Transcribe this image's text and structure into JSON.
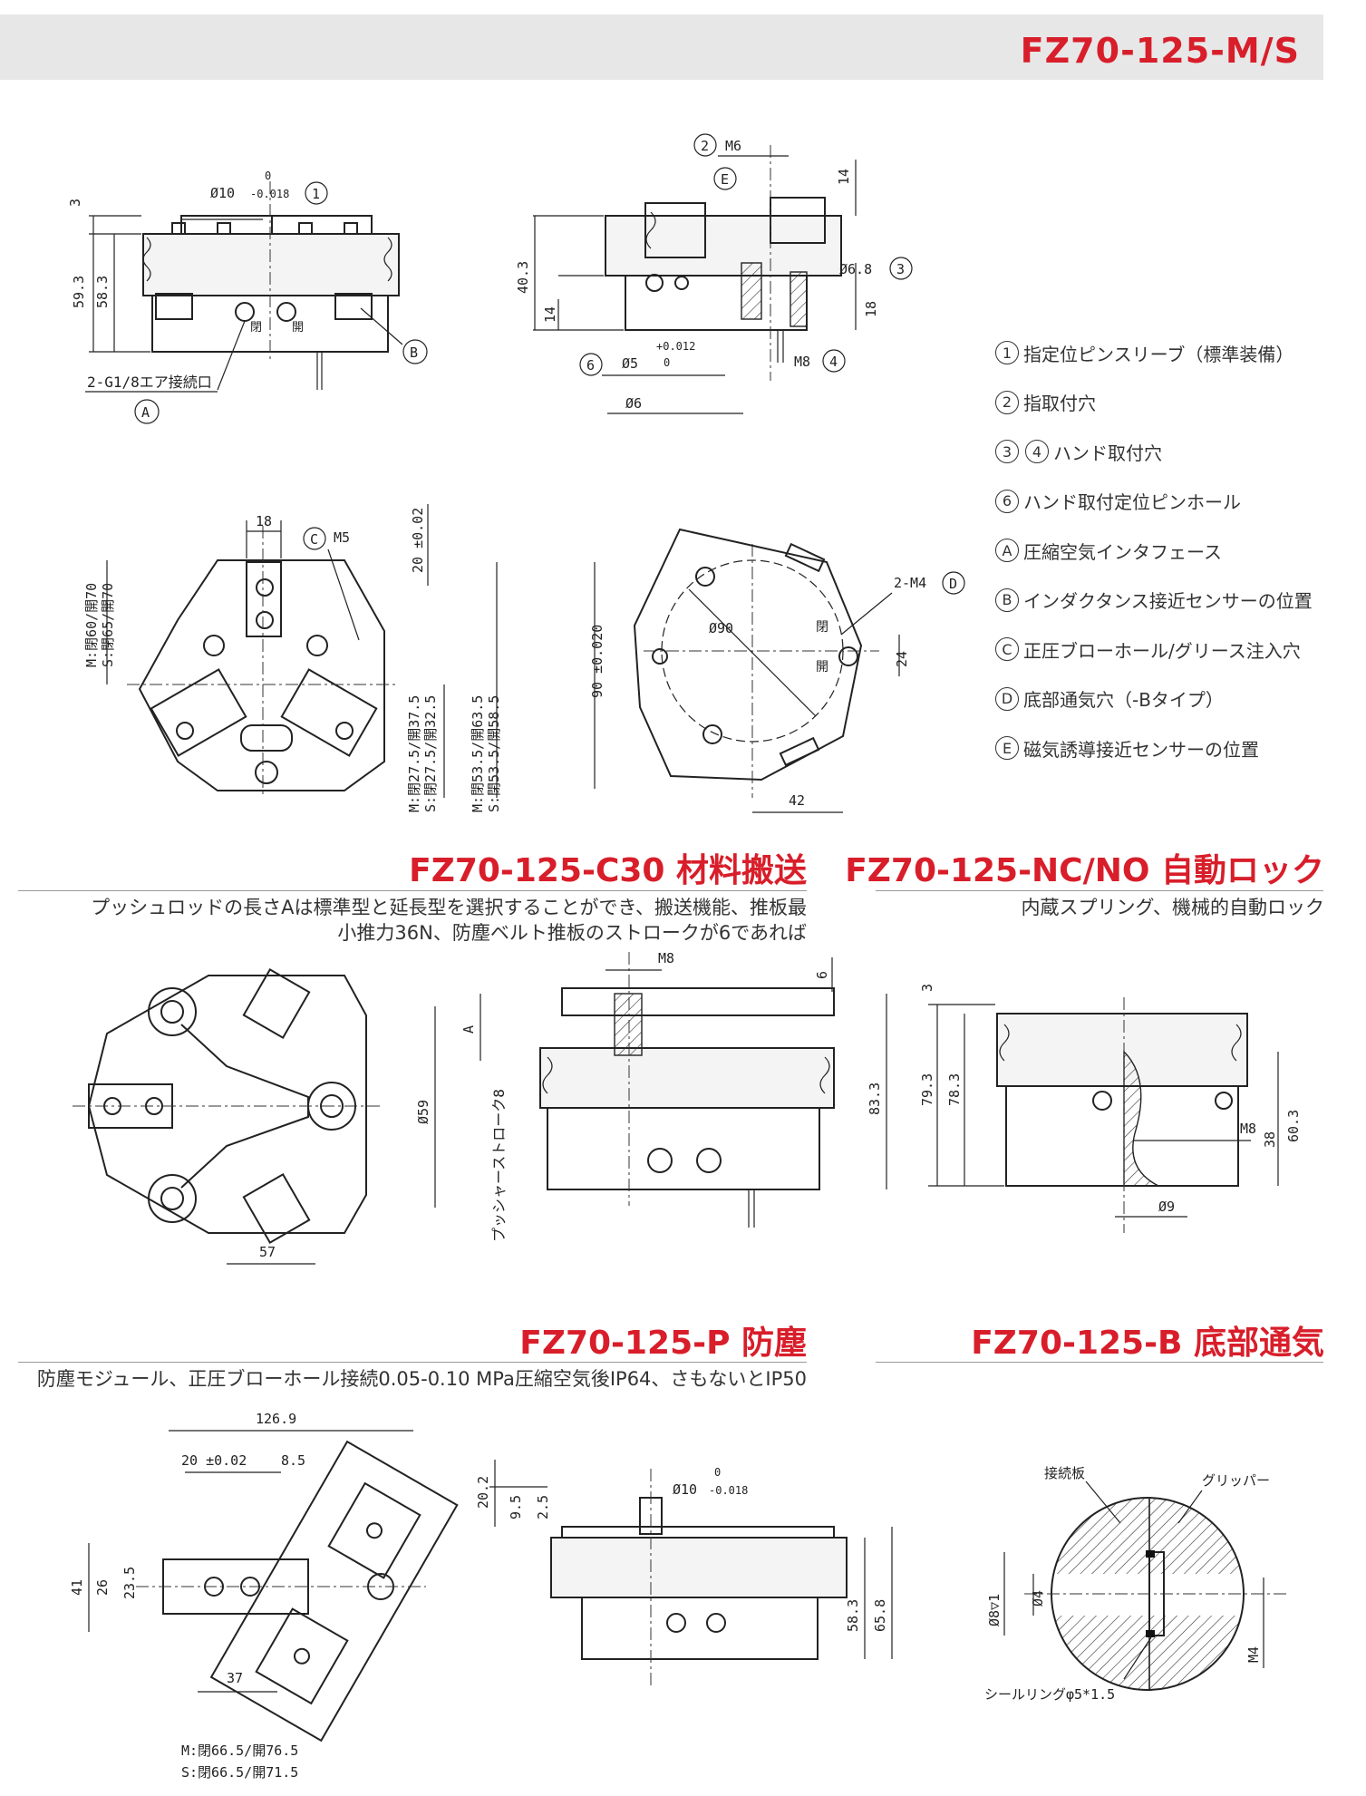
{
  "header": {
    "title": "FZ70-125-M/S"
  },
  "legend": [
    {
      "marks": [
        "1"
      ],
      "text": "指定位ピンスリーブ（標準装備）"
    },
    {
      "marks": [
        "2"
      ],
      "text": "指取付穴"
    },
    {
      "marks": [
        "3",
        "4"
      ],
      "text": "ハンド取付穴"
    },
    {
      "marks": [
        "6"
      ],
      "text": "ハンド取付定位ピンホール"
    },
    {
      "marks": [
        "A"
      ],
      "text": "圧縮空気インタフェース"
    },
    {
      "marks": [
        "B"
      ],
      "text": "インダクタンス接近センサーの位置"
    },
    {
      "marks": [
        "C"
      ],
      "text": "正圧ブローホール/グリース注入穴"
    },
    {
      "marks": [
        "D"
      ],
      "text": "底部通気穴（-Bタイプ）"
    },
    {
      "marks": [
        "E"
      ],
      "text": "磁気誘導接近センサーの位置"
    }
  ],
  "sections": {
    "c30": {
      "title": "FZ70-125-C30 材料搬送",
      "desc_line1": "プッシュロッドの長さAは標準型と延長型を選択することができ、搬送機能、推板最",
      "desc_line2": "小推力36N、防塵ベルト推板のストロークが6であれば"
    },
    "ncno": {
      "title": "FZ70-125-NC/NO 自動ロック",
      "desc": "内蔵スプリング、機械的自動ロック"
    },
    "p": {
      "title": "FZ70-125-P 防塵",
      "desc": "防塵モジュール、正圧ブローホール接続0.05-0.10 MPa圧縮空気後IP64、さもないとIP50"
    },
    "b": {
      "title": "FZ70-125-B 底部通気"
    }
  },
  "drawing_labels": {
    "front": {
      "d3": "3",
      "d59": "59.3",
      "d58": "58.3",
      "phi10": "Ø10",
      "tol0": "0",
      "tolm": "-0.018",
      "c1": "1",
      "air": "2-G1/8エア接続口",
      "cA": "A",
      "cB": "B",
      "close": "閉",
      "open": "開"
    },
    "side": {
      "c2": "2",
      "m6": "M6",
      "cE": "E",
      "d14": "14",
      "d40": "40.3",
      "d14b": "14",
      "phi68": "Ø6.8",
      "c3": "3",
      "d18": "18",
      "c6": "6",
      "phi5": "Ø5",
      "tolp": "+0.012",
      "tol0": "0",
      "m8": "M8",
      "c4": "4",
      "phi6": "Ø6"
    },
    "top": {
      "d18": "18",
      "cC": "C",
      "m5": "M5",
      "d20": "20 ±0.02",
      "m60": "M:閉60/開70",
      "s65": "S:閉65/開70",
      "m27": "M:閉27.5/開37.5",
      "s27": "S:閉27.5/開32.5",
      "m53": "M:閉53.5/開63.5",
      "s53": "S:閉53.5/開58.5"
    },
    "bottom": {
      "m4": "2-M4",
      "cD": "D",
      "phi90": "Ø90",
      "d90": "90 ±0.020",
      "d24": "24",
      "d42": "42",
      "close": "閉",
      "open": "開"
    },
    "c30": {
      "phi59": "Ø59",
      "d57": "57",
      "m8": "M8",
      "d6": "6",
      "dA": "A",
      "stroke": "プッシャーストローク8",
      "d83": "83.3"
    },
    "nc": {
      "d3": "3",
      "d79": "79.3",
      "d78": "78.3",
      "m8": "M8",
      "d38": "38",
      "d60": "60.3",
      "phi9": "Ø9"
    },
    "p": {
      "d126": "126.9",
      "d20": "20 ±0.02",
      "d85": "8.5",
      "d41": "41",
      "d26": "26",
      "d235": "23.5",
      "d37": "37",
      "m66": "M:閉66.5/開76.5",
      "s66": "S:閉66.5/開71.5"
    },
    "pf": {
      "d202": "20.2",
      "d95": "9.5",
      "d25": "2.5",
      "phi10": "Ø10",
      "tol0": "0",
      "tolm": "-0.018",
      "d58": "58.3",
      "d65": "65.8"
    },
    "b": {
      "board": "接続板",
      "gripper": "グリッパー",
      "phi8": "Ø8▽1",
      "phi4": "Ø4",
      "m4": "M4",
      "seal": "シールリングφ5*1.5"
    }
  }
}
